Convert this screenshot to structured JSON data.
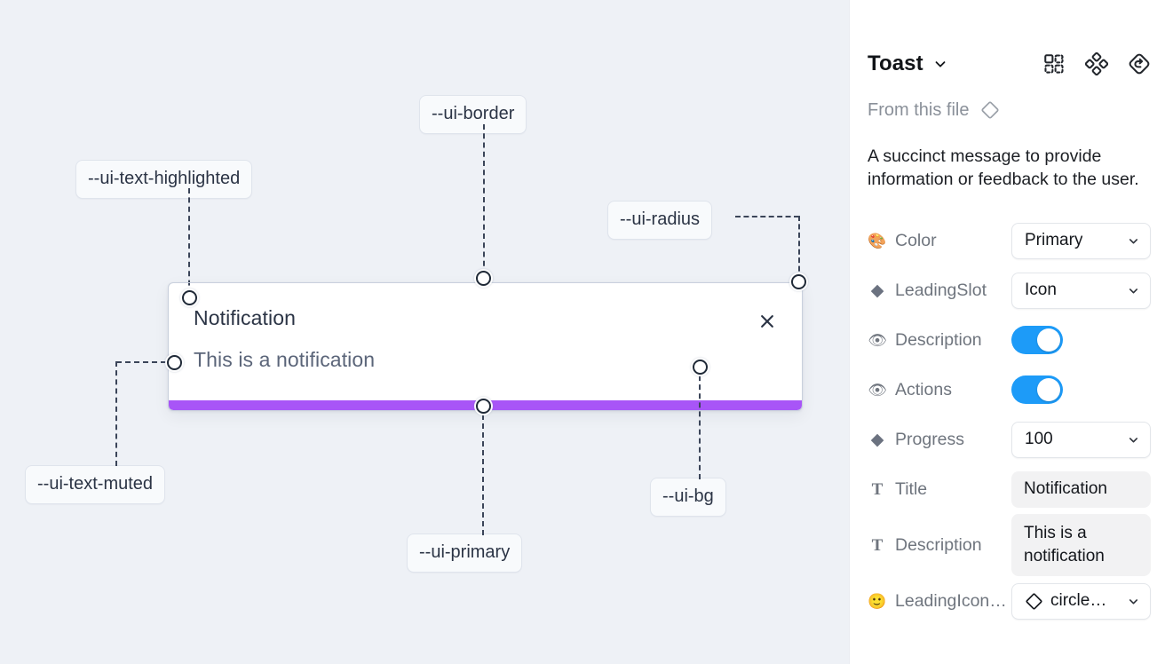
{
  "canvas": {
    "background_color": "#eef1f6",
    "toast": {
      "title": "Notification",
      "description": "This is a notification",
      "close_icon": "close-x-icon",
      "progress_color": "#a855f7",
      "background_color": "#ffffff"
    },
    "token_labels": [
      {
        "id": "text-highlighted",
        "text": "--ui-text-highlighted"
      },
      {
        "id": "border",
        "text": "--ui-border"
      },
      {
        "id": "radius",
        "text": "--ui-radius"
      },
      {
        "id": "text-muted",
        "text": "--ui-text-muted"
      },
      {
        "id": "primary",
        "text": "--ui-primary"
      },
      {
        "id": "bg",
        "text": "--ui-bg"
      }
    ]
  },
  "panel": {
    "title": "Toast",
    "title_caret_icon": "chevron-down-icon",
    "header_icons": [
      {
        "name": "component-icon"
      },
      {
        "name": "variants-icon"
      },
      {
        "name": "reset-instance-icon"
      }
    ],
    "from_this_file": {
      "label": "From this file",
      "icon": "diamond-icon"
    },
    "description": "A succinct message to provide information or feedback to the user.",
    "properties": [
      {
        "icon": "palette-emoji",
        "icon_glyph": "🎨",
        "icon_kind": "emoji",
        "label": "Color",
        "control": "select",
        "value": "Primary"
      },
      {
        "icon": "diamond-icon",
        "icon_glyph": "◆",
        "icon_kind": "glyph",
        "label": "LeadingSlot",
        "control": "select",
        "value": "Icon"
      },
      {
        "icon": "eye-emoji",
        "icon_glyph": "👁",
        "icon_kind": "emoji",
        "label": "Description",
        "control": "toggle",
        "value": "on"
      },
      {
        "icon": "eye-emoji",
        "icon_glyph": "👁",
        "icon_kind": "emoji",
        "label": "Actions",
        "control": "toggle",
        "value": "on"
      },
      {
        "icon": "diamond-icon",
        "icon_glyph": "◆",
        "icon_kind": "glyph",
        "label": "Progress",
        "control": "select",
        "value": "100"
      },
      {
        "icon": "text-icon",
        "icon_glyph": "T",
        "icon_kind": "serif",
        "label": "Title",
        "control": "text",
        "value": "Notification"
      },
      {
        "icon": "text-icon",
        "icon_glyph": "T",
        "icon_kind": "serif",
        "label": "Description",
        "control": "text",
        "value": "This is a notification"
      },
      {
        "icon": "smiley-emoji",
        "icon_glyph": "🙂",
        "icon_kind": "emoji",
        "label": "LeadingIcon…",
        "control": "icon-select",
        "value": "circle…"
      }
    ],
    "accent_color": "#1d9bf8"
  }
}
